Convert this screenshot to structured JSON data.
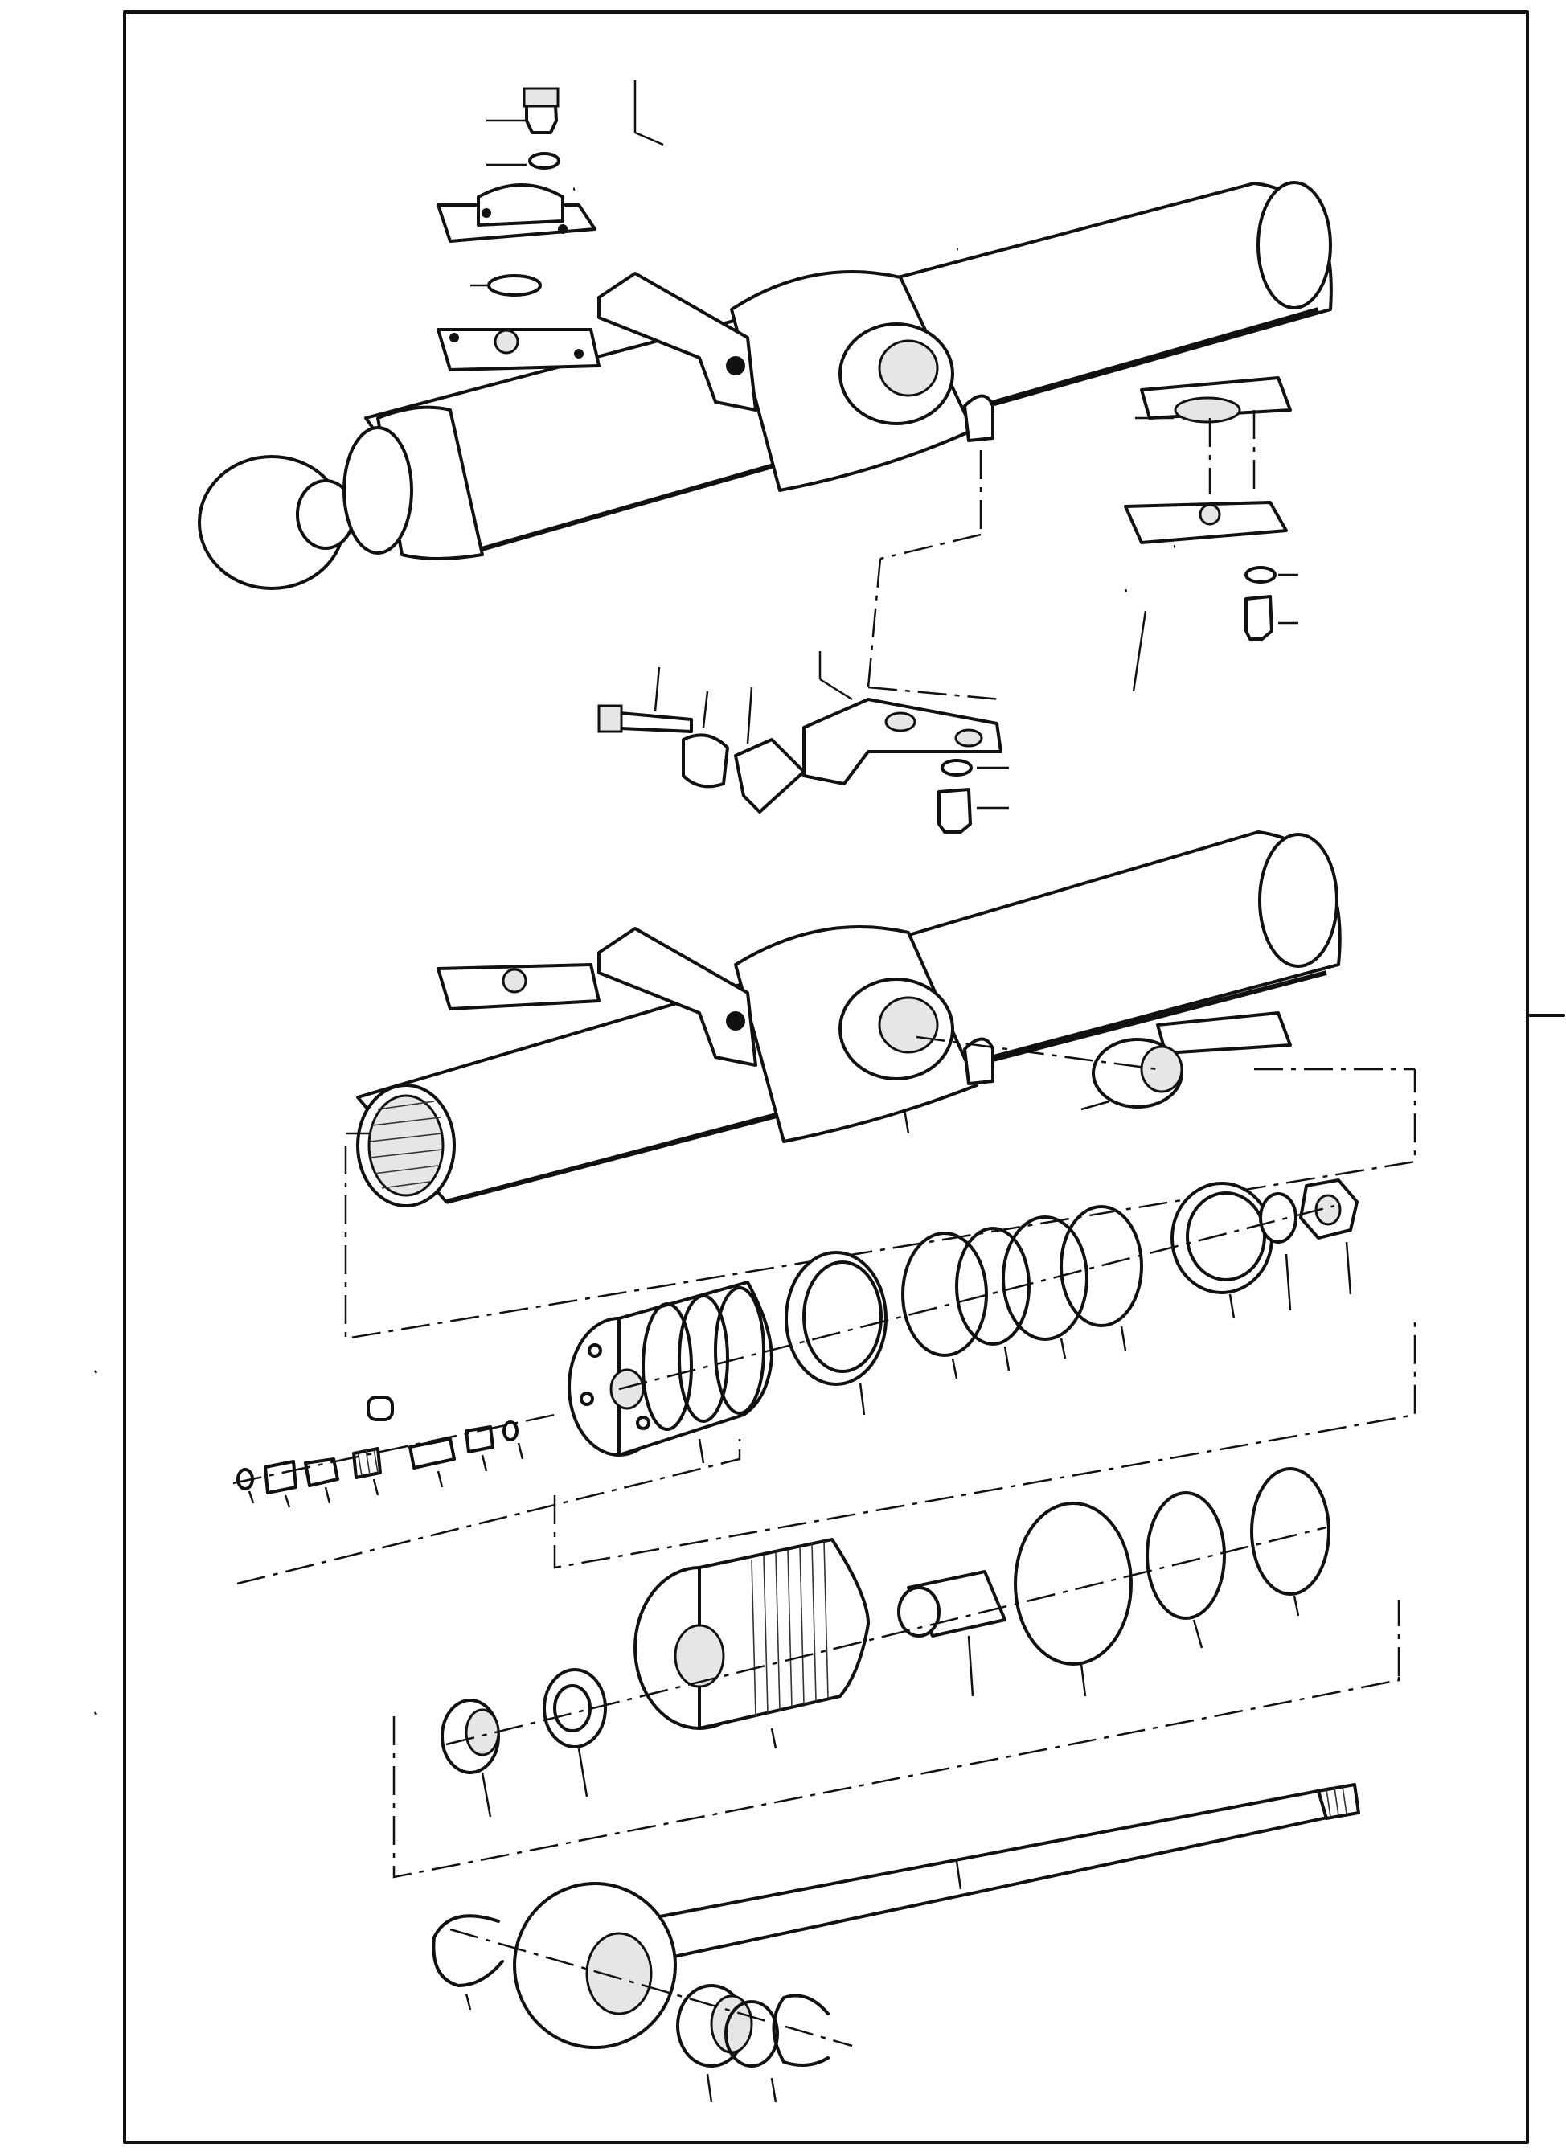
{
  "diagram": {
    "palette": {
      "ink": "#111111",
      "paper": "#ffffff",
      "shade": "#e6e6e6"
    },
    "groups": [
      "cylinder-assembly",
      "pipe-mounting-hardware",
      "cylinder-barrel",
      "piston-and-seals",
      "check-valve-parts",
      "cylinder-head-and-seals",
      "piston-rod-with-eye"
    ]
  }
}
